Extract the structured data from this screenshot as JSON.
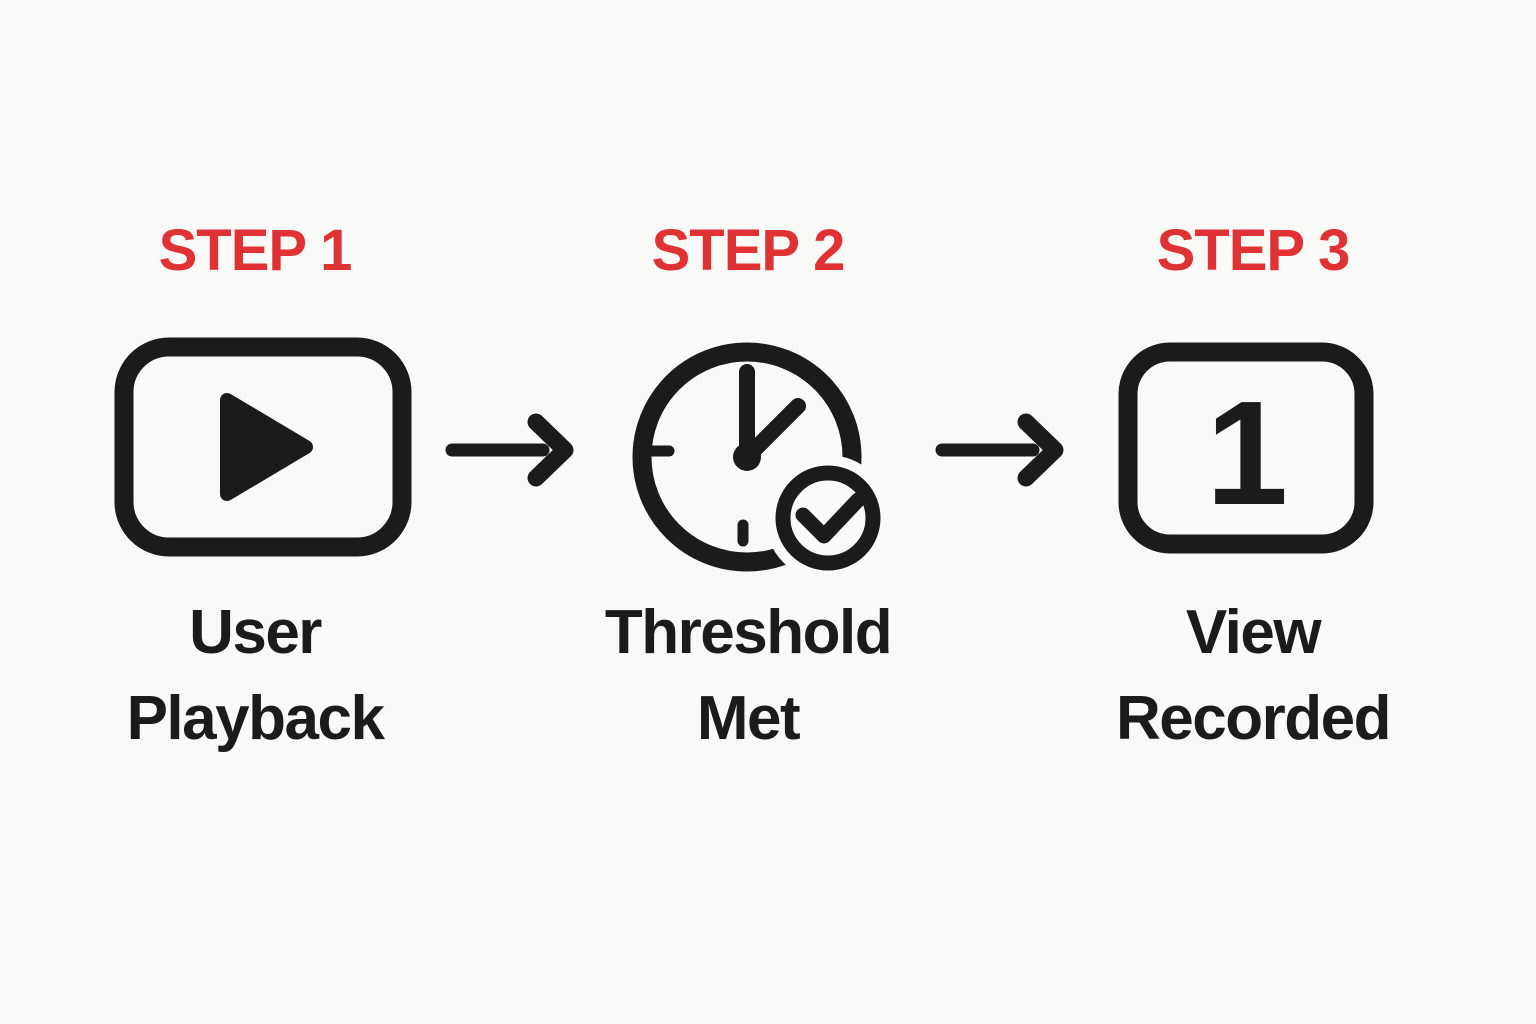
{
  "theme": {
    "background": "#fafaf8",
    "ink": "#1b1b1d",
    "accent": "#e03234",
    "icon_fill": "#fdfdfc"
  },
  "diagram": {
    "type": "process-flow",
    "direction": "left-to-right",
    "steps": [
      {
        "label": "STEP 1",
        "icon": "video-play-icon",
        "caption_line1": "User",
        "caption_line2": "Playback"
      },
      {
        "label": "STEP 2",
        "icon": "clock-check-icon",
        "caption_line1": "Threshold",
        "caption_line2": "Met"
      },
      {
        "label": "STEP 3",
        "icon": "view-count-icon",
        "count": "1",
        "caption_line1": "View",
        "caption_line2": "Recorded"
      }
    ],
    "connectors": [
      {
        "icon": "arrow-right-icon"
      },
      {
        "icon": "arrow-right-icon"
      }
    ]
  }
}
